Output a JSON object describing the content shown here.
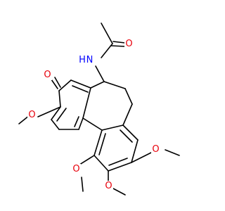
{
  "colors": {
    "bond": "#000000",
    "oxygen": "#e8000b",
    "nitrogen": "#0000ff",
    "background": "#ffffff"
  },
  "atoms": {
    "n_amide": "N",
    "h_amide": "H",
    "o_amide": "O",
    "o_ketone": "O",
    "o_methoxy_c10": "O",
    "o_methoxy_1": "O",
    "o_methoxy_2": "O",
    "o_methoxy_3": "O"
  }
}
